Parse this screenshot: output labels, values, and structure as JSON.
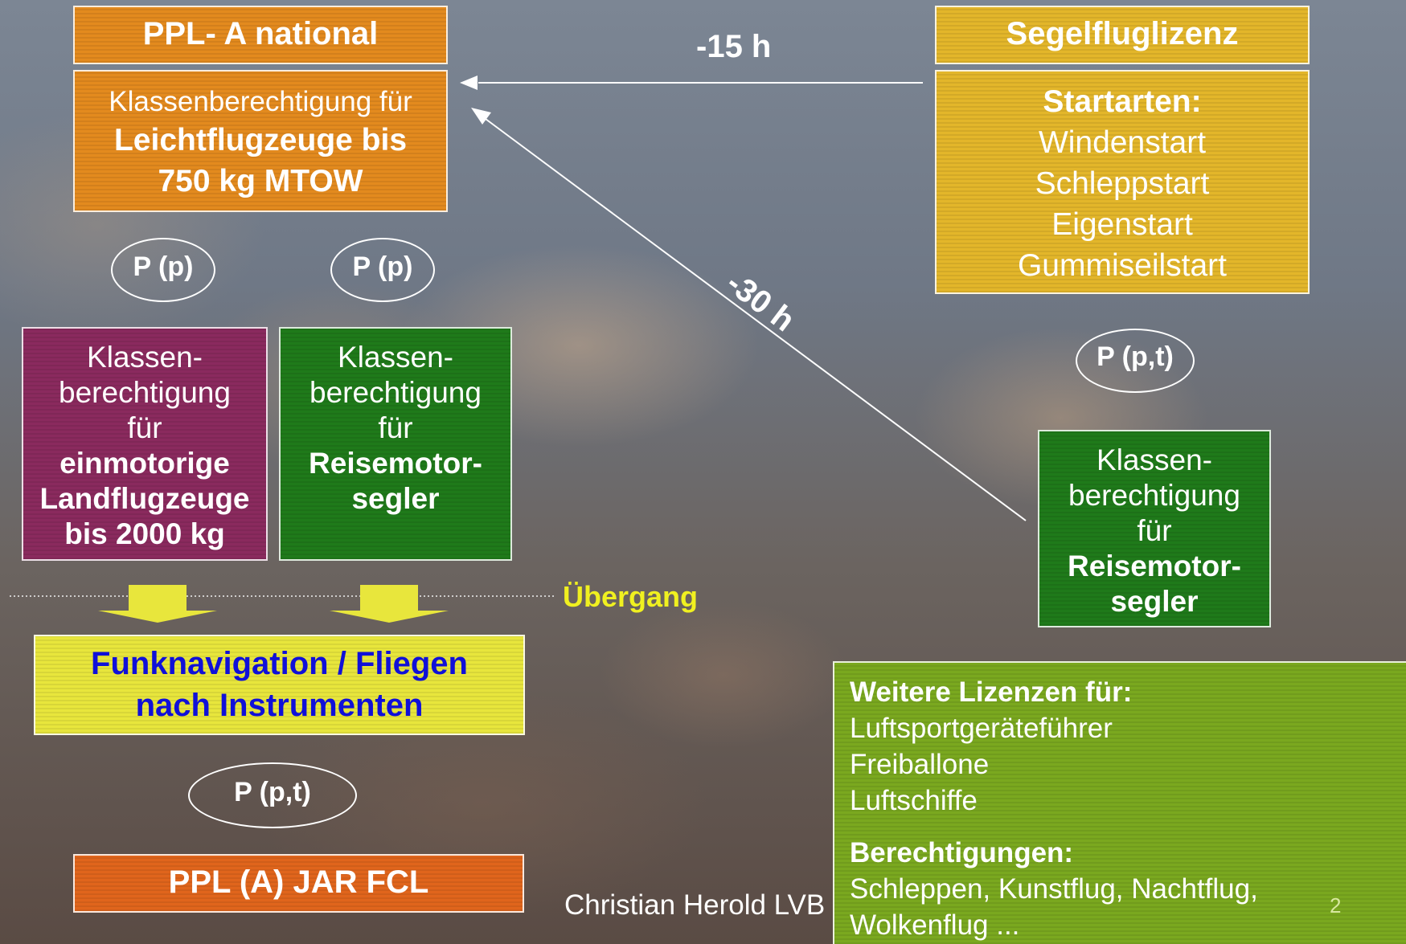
{
  "ppl_national": {
    "title": "PPL- A national",
    "line1": "Klassenberechtigung für",
    "line2": "Leichtflugzeuge bis",
    "line3": "750 kg MTOW"
  },
  "segelflug": {
    "title": "Segelfluglizenz",
    "heading": "Startarten:",
    "items": [
      "Windenstart",
      "Schleppstart",
      "Eigenstart",
      "Gummiseilstart"
    ]
  },
  "arrows": {
    "top_label": "-15 h",
    "diag_label": "-30 h"
  },
  "ovals": {
    "left": "P (p)",
    "mid": "P (p)",
    "right": "P (p,t)",
    "bottom": "P (p,t)"
  },
  "box_sep": {
    "l1": "Klassen-",
    "l2": "berechtigung",
    "l3": "für",
    "b1": "einmotorige",
    "b2": "Landflugzeuge",
    "b3": "bis 2000 kg"
  },
  "box_tmg": {
    "l1": "Klassen-",
    "l2": "berechtigung",
    "l3": "für",
    "b1": "Reisemotor-",
    "b2": "segler"
  },
  "box_tmg_right": {
    "l1": "Klassen-",
    "l2": "berechtigung",
    "l3": "für",
    "b1": "Reisemotor-",
    "b2": "segler"
  },
  "uebergang": "Übergang",
  "funk": {
    "line1": "Funknavigation / Fliegen",
    "line2": "nach Instrumenten"
  },
  "ppl_jar": "PPL (A)  JAR FCL",
  "weitere": {
    "heading": "Weitere Lizenzen für:",
    "items": [
      "Luftsportgeräteführer",
      "Freiballone",
      "Luftschiffe"
    ],
    "heading2": "Berechtigungen:",
    "line1": "Schleppen, Kunstflug, Nachtflug,",
    "line2": "Wolkenflug ..."
  },
  "footer": "Christian Herold LVB",
  "slide_number": "2",
  "colors": {
    "orange": "#e38a1e",
    "gold": "#e3b62a",
    "magenta": "#8a2a5e",
    "green": "#1f7a1a",
    "yellow": "#e8e63c",
    "blue_text": "#1010d8",
    "red_orange": "#e0651c",
    "lime": "#7aa81f"
  }
}
